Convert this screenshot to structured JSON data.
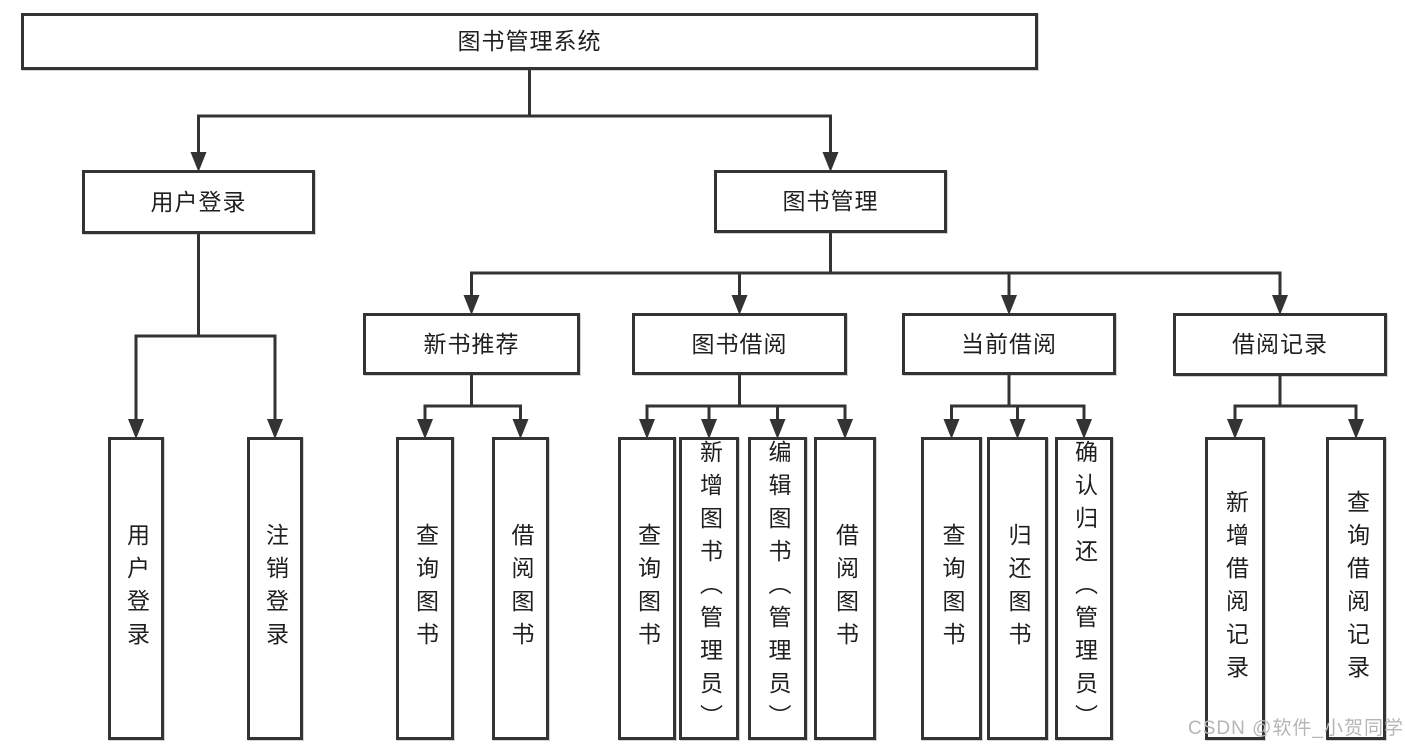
{
  "diagram_title": "图书管理系统",
  "palette": {
    "line": "#333333",
    "box_border": "#333333",
    "box_fill": "#ffffff",
    "text": "#1f1f1f",
    "watermark": "#b6b6b6",
    "background": "#ffffff"
  },
  "nodes": [
    {
      "id": "root",
      "label": "图书管理系统",
      "level": 1
    },
    {
      "id": "user-login-group",
      "label": "用户登录",
      "level": 2
    },
    {
      "id": "book-mgmt",
      "label": "图书管理",
      "level": 2
    },
    {
      "id": "new-book-rec",
      "label": "新书推荐",
      "level": 3
    },
    {
      "id": "book-borrow",
      "label": "图书借阅",
      "level": 3
    },
    {
      "id": "current-borrow",
      "label": "当前借阅",
      "level": 3
    },
    {
      "id": "borrow-record",
      "label": "借阅记录",
      "level": 3
    },
    {
      "id": "user-login",
      "label": "用户登录",
      "level": 4
    },
    {
      "id": "logout",
      "label": "注销登录",
      "level": 4
    },
    {
      "id": "query-book-1",
      "label": "查询图书",
      "level": 4
    },
    {
      "id": "borrow-book-1",
      "label": "借阅图书",
      "level": 4
    },
    {
      "id": "query-book-2",
      "label": "查询图书",
      "level": 4
    },
    {
      "id": "add-book",
      "label": "新增图书（管理员）",
      "level": 4
    },
    {
      "id": "edit-book",
      "label": "编辑图书（管理员）",
      "level": 4
    },
    {
      "id": "borrow-book-2",
      "label": "借阅图书",
      "level": 4
    },
    {
      "id": "query-book-3",
      "label": "查询图书",
      "level": 4
    },
    {
      "id": "return-book",
      "label": "归还图书",
      "level": 4
    },
    {
      "id": "confirm-return",
      "label": "确认归还（管理员）",
      "level": 4
    },
    {
      "id": "add-borrow-record",
      "label": "新增借阅记录",
      "level": 4
    },
    {
      "id": "query-borrow-record",
      "label": "查询借阅记录",
      "level": 4
    }
  ],
  "edges": [
    {
      "from": "root",
      "to": [
        "user-login-group",
        "book-mgmt"
      ]
    },
    {
      "from": "user-login-group",
      "to": [
        "user-login",
        "logout"
      ]
    },
    {
      "from": "book-mgmt",
      "to": [
        "new-book-rec",
        "book-borrow",
        "current-borrow",
        "borrow-record"
      ]
    },
    {
      "from": "new-book-rec",
      "to": [
        "query-book-1",
        "borrow-book-1"
      ]
    },
    {
      "from": "book-borrow",
      "to": [
        "query-book-2",
        "add-book",
        "edit-book",
        "borrow-book-2"
      ]
    },
    {
      "from": "current-borrow",
      "to": [
        "query-book-3",
        "return-book",
        "confirm-return"
      ]
    },
    {
      "from": "borrow-record",
      "to": [
        "add-borrow-record",
        "query-borrow-record"
      ]
    }
  ],
  "watermark": {
    "text": "CSDN @软件_小贺同学"
  }
}
